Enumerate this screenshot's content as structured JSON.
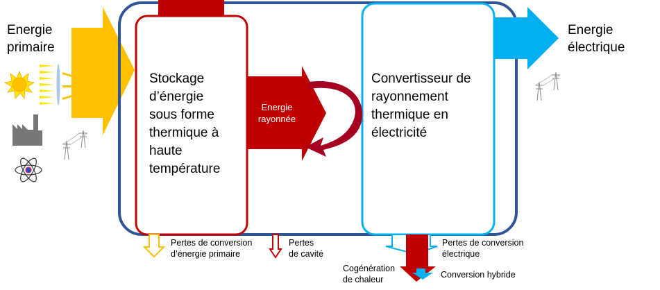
{
  "input": {
    "line1": "Energie",
    "line2": "primaire"
  },
  "output": {
    "line1": "Energie",
    "line2": "électrique"
  },
  "storage_box": {
    "lines": [
      "Stockage",
      "d’énergie",
      "sous forme",
      "thermique  à",
      "haute",
      "température"
    ]
  },
  "converter_box": {
    "lines": [
      "Convertisseur de",
      "rayonnement",
      "thermique  en",
      "électricité"
    ]
  },
  "radiated": {
    "line1": "Energie",
    "line2": "rayonnée"
  },
  "losses": {
    "primary": {
      "line1": "Pertes de conversion",
      "line2": "d’énergie  primaire"
    },
    "cavity": {
      "line1": "Pertes",
      "line2": "de cavité"
    },
    "electric": {
      "line1": "Pertes de conversion",
      "line2": "électrique"
    },
    "cogeneration": {
      "line1": "Cogénération",
      "line2": "de chaleur"
    },
    "hybrid": "Conversion  hybride"
  },
  "colors": {
    "yellow": "#FFC000",
    "red": "#C00000",
    "cyan": "#00B0F0",
    "navy": "#2F5597",
    "darkred": "#A50021"
  }
}
